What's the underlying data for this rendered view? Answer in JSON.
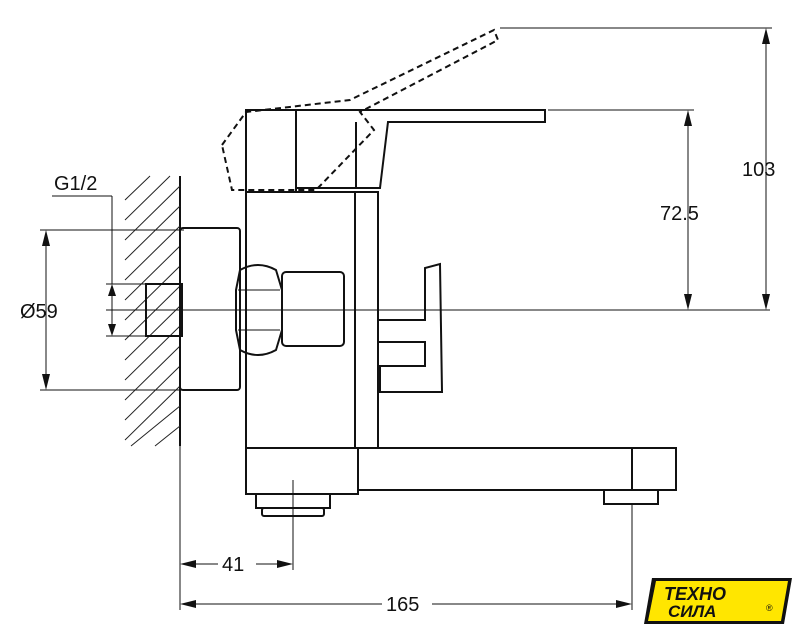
{
  "labels": {
    "thread": "G1/2",
    "diameter": "Ø59",
    "height_total": "103",
    "height_lever": "72.5",
    "offset": "41",
    "length": "165"
  },
  "logo": {
    "line1": "ТЕХНО",
    "line2": "СИЛА",
    "mark": "®",
    "bg_color": "#ffe600",
    "fg_color": "#111111"
  }
}
